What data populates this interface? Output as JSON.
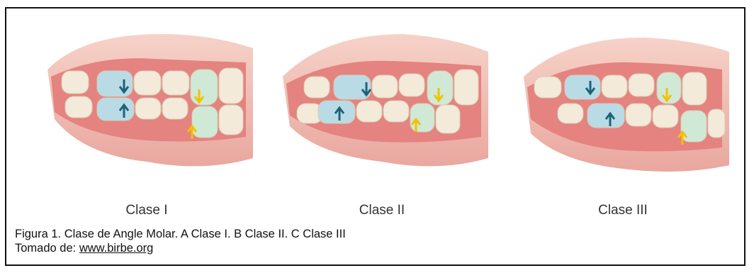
{
  "panels": [
    {
      "label": "Clase I"
    },
    {
      "label": "Clase II"
    },
    {
      "label": "Clase III"
    }
  ],
  "caption": {
    "line1": "Figura 1. Clase de Angle Molar. A Clase I. B Clase II. C Clase III",
    "source_prefix": "Tomado de: ",
    "source_link": "www.birbe.org"
  },
  "colors": {
    "gum": "#e58f8c",
    "lip": "#f2c2b6",
    "tooth": "#f3ead9",
    "molar_highlight": "#b9dbe6",
    "canine_highlight": "#cfe9d6",
    "arrow_molar": "#1f6278",
    "arrow_canine": "#f2c200"
  },
  "icons": [
    "molar-down-arrow-icon",
    "molar-up-arrow-icon",
    "canine-down-arrow-icon",
    "canine-up-arrow-icon"
  ]
}
